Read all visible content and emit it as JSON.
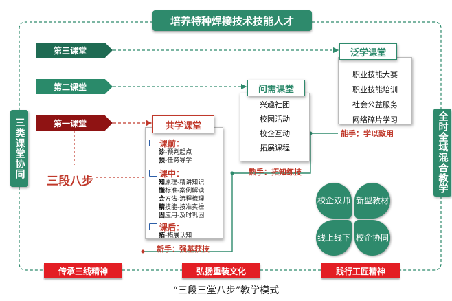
{
  "title": "培养特种焊接技术技能人才",
  "left_side": "三类课堂协同",
  "right_side": "全时全域混合教学",
  "classrooms": {
    "third": "第三课堂",
    "second": "第二课堂",
    "first": "第一课堂"
  },
  "fanxue": {
    "title": "泛学课堂",
    "items": [
      "职业技能大赛",
      "职业技能培训",
      "社会公益服务",
      "网络碎片学习"
    ],
    "caption": "能手：学以致用"
  },
  "wenxu": {
    "title": "问需课堂",
    "items": [
      "兴趣社团",
      "校园活动",
      "校企互动",
      "拓展课程"
    ],
    "caption": "熟手：拓知练技"
  },
  "gongxue": {
    "title": "共学课堂",
    "before": {
      "label": "课前：",
      "items": [
        {
          "k": "诊",
          "v": "-预判起点"
        },
        {
          "k": "预",
          "v": "-任务导学"
        }
      ]
    },
    "during": {
      "label": "课中：",
      "items": [
        {
          "k": "知",
          "v": "原理-精讲知识"
        },
        {
          "k": "懂",
          "v": "标准-案例解读"
        },
        {
          "k": "会",
          "v": "方法-流程梳理"
        },
        {
          "k": "精",
          "v": "技能-按准实操"
        },
        {
          "k": "固",
          "v": "应用-及时巩固"
        }
      ]
    },
    "after": {
      "label": "课后：",
      "items": [
        {
          "k": "拓",
          "v": "-拓展认知"
        }
      ]
    },
    "caption": "新手：强基获技"
  },
  "sanduan": "三段八步",
  "quads": [
    "校企双师",
    "新型教材",
    "线上线下",
    "校企协同"
  ],
  "bottom": [
    "传承三线精神",
    "弘扬重装文化",
    "践行工匠精神"
  ],
  "figure_caption": "“三段三堂八步”教学模式",
  "colors": {
    "green": "#2e8a6c",
    "dark_green": "#1f6b53",
    "red": "#e31e24",
    "dark_red": "#8f1313",
    "text_red": "#c0392b"
  }
}
